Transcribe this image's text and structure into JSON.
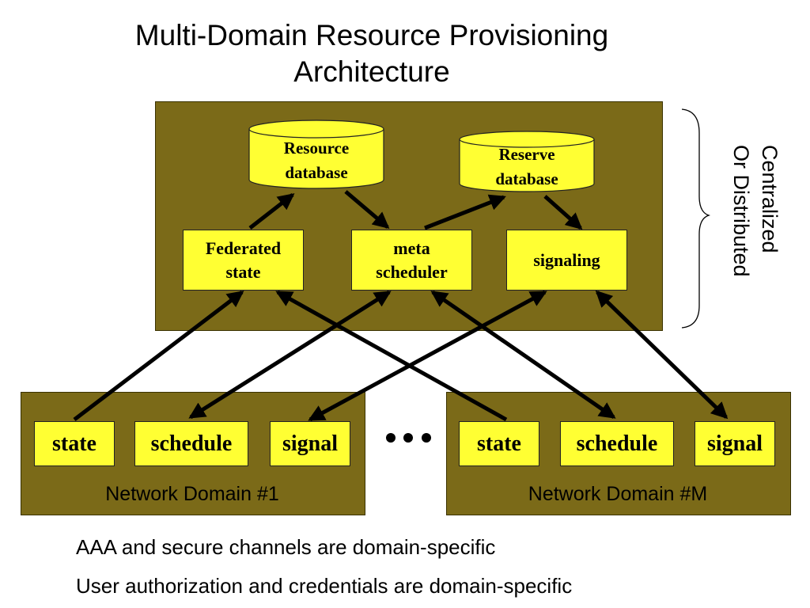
{
  "title": {
    "line1": "Multi-Domain Resource Provisioning",
    "line2": "Architecture"
  },
  "upper": {
    "resource_db": {
      "line1": "Resource",
      "line2": "database"
    },
    "reserve_db": {
      "line1": "Reserve",
      "line2": "database"
    },
    "federated_state": {
      "line1": "Federated",
      "line2": "state"
    },
    "meta_scheduler": {
      "line1": "meta",
      "line2": "scheduler"
    },
    "signaling": "signaling"
  },
  "side_label": {
    "line1": "Centralized",
    "line2": "Or Distributed"
  },
  "domains": [
    {
      "name": "Network Domain #1",
      "boxes": [
        "state",
        "schedule",
        "signal"
      ]
    },
    {
      "name": "Network Domain #M",
      "boxes": [
        "state",
        "schedule",
        "signal"
      ]
    }
  ],
  "notes": [
    "AAA and secure channels are domain-specific",
    "User authorization and credentials are domain-specific"
  ],
  "colors": {
    "panel": "#7b6a18",
    "box": "#ffff33"
  }
}
